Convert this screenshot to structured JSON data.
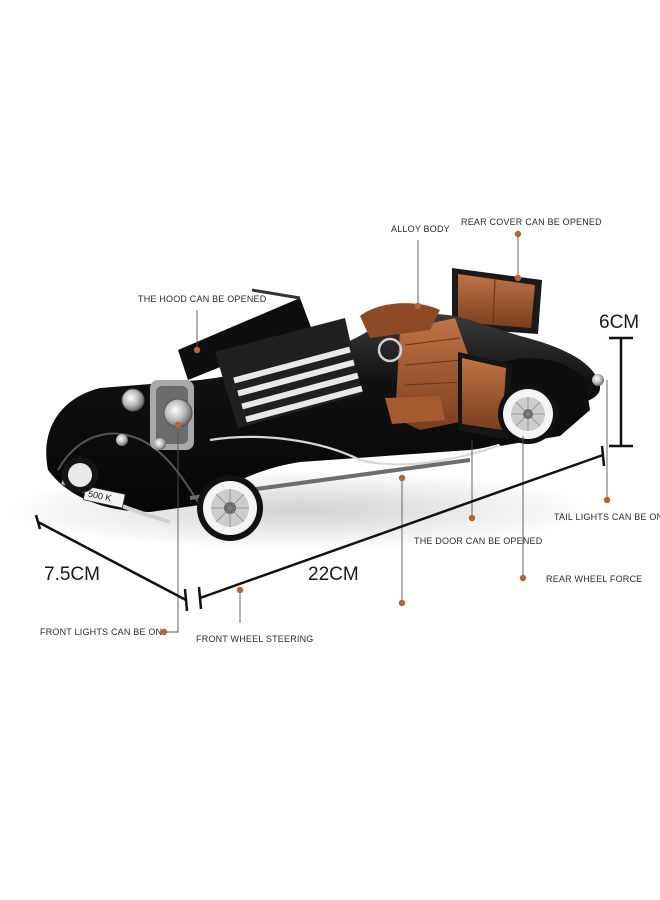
{
  "callouts": {
    "alloy_body": "ALLOY BODY",
    "rear_cover": "REAR COVER CAN BE OPENED",
    "hood": "THE HOOD CAN BE OPENED",
    "tail_lights": "TAIL LIGHTS CAN BE ON",
    "door": "THE DOOR CAN BE OPENED",
    "rear_wheel": "REAR WHEEL FORCE",
    "front_lights": "FRONT LIGHTS CAN BE ON",
    "front_wheel": "FRONT WHEEL STEERING"
  },
  "dimensions": {
    "height": "6CM",
    "width": "7.5CM",
    "length": "22CM"
  },
  "plate": "500 K",
  "colors": {
    "marker": "#b5652f",
    "leader": "#555555",
    "body": "#141414",
    "leather": "#a0562b",
    "chrome": "#c9c9c9"
  }
}
